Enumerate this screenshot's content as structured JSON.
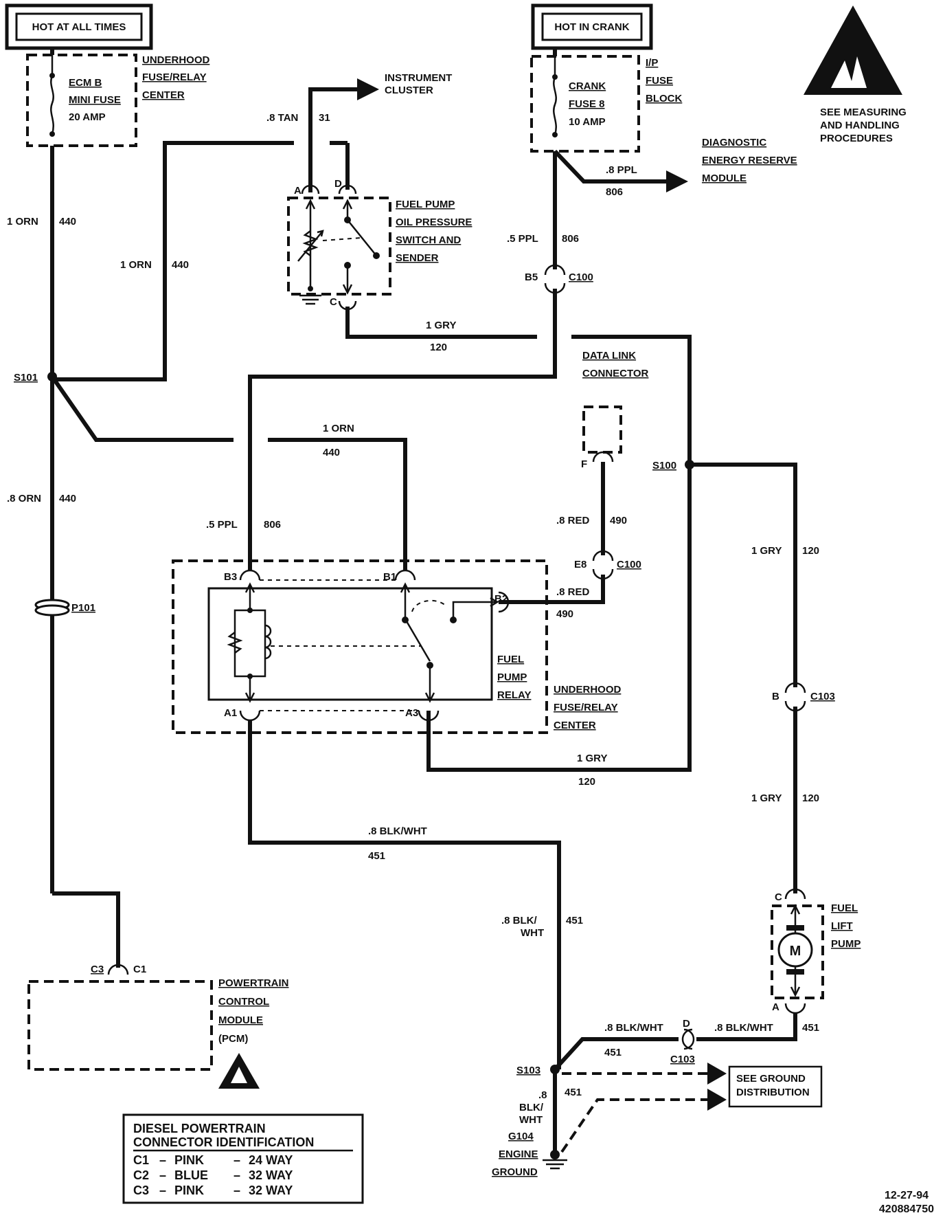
{
  "power": {
    "hot_at_all_times": "HOT AT ALL TIMES",
    "hot_in_crank": "HOT IN CRANK"
  },
  "fuses": {
    "ecm_b": {
      "name": "ECM B",
      "type": "MINI FUSE",
      "rating": "20 AMP"
    },
    "crank": {
      "name": "CRANK",
      "type": "FUSE 8",
      "rating": "10 AMP"
    }
  },
  "modules": {
    "underhood_fuse_relay_center": [
      "UNDERHOOD",
      "FUSE/RELAY",
      "CENTER"
    ],
    "ip_fuse_block": [
      "I/P",
      "FUSE",
      "BLOCK"
    ],
    "instrument_cluster": [
      "INSTRUMENT",
      "CLUSTER"
    ],
    "diagnostic_energy_reserve_module": [
      "DIAGNOSTIC",
      "ENERGY RESERVE",
      "MODULE"
    ],
    "fuel_pump_oil_pressure_switch": [
      "FUEL PUMP",
      "OIL PRESSURE",
      "SWITCH AND",
      "SENDER"
    ],
    "data_link_connector": [
      "DATA LINK",
      "CONNECTOR"
    ],
    "fuel_pump_relay": [
      "FUEL",
      "PUMP",
      "RELAY"
    ],
    "fuel_lift_pump": [
      "FUEL",
      "LIFT",
      "PUMP"
    ],
    "pcm": [
      "POWERTRAIN",
      "CONTROL",
      "MODULE",
      "(PCM)"
    ],
    "see_ground_distribution": [
      "SEE GROUND",
      "DISTRIBUTION"
    ],
    "esd_notice": [
      "SEE MEASURING",
      "AND HANDLING",
      "PROCEDURES"
    ]
  },
  "wires": {
    "w440_color": "1 ORN",
    "w440_circuit": "440",
    "w440b_color": "1 ORN",
    "w440b_circuit": "440",
    "w440c_color": "1 ORN",
    "w440c_circuit": "440",
    "w440d_color": ".8 ORN",
    "w440d_circuit": "440",
    "tan_color": ".8 TAN",
    "tan_circuit": "31",
    "ppl_a_color": ".8 PPL",
    "ppl_a_circuit": "806",
    "ppl_b_color": ".5 PPL",
    "ppl_b_circuit": "806",
    "ppl_c_color": ".5 PPL",
    "ppl_c_circuit": "806",
    "gry_a_color": "1 GRY",
    "gry_a_circuit": "120",
    "gry_b_color": "1 GRY",
    "gry_b_circuit": "120",
    "gry_c_color": "1 GRY",
    "gry_c_circuit": "120",
    "gry_d_color": "1 GRY",
    "gry_d_circuit": "120",
    "red_a_color": ".8 RED",
    "red_a_circuit": "490",
    "red_b_color": ".8 RED",
    "red_b_circuit": "490",
    "blk_a_color": ".8 BLK/WHT",
    "blk_a_circuit": "451",
    "blk_b_color1": ".8 BLK/",
    "blk_b_color2": "WHT",
    "blk_b_circuit": "451",
    "blk_c_color": ".8 BLK/WHT",
    "blk_c_circuit": "451",
    "blk_d_color": ".8 BLK/WHT",
    "blk_d_circuit": "451",
    "blk_e_color1": ".8",
    "blk_e_color2": "BLK/",
    "blk_e_color3": "WHT",
    "blk_e_circuit": "451"
  },
  "splices": {
    "s101": "S101",
    "s100": "S100",
    "s103": "S103",
    "p101": "P101"
  },
  "connectors": {
    "c100": "C100",
    "c103": "C103",
    "b5": "B5",
    "e8": "E8",
    "b": "B",
    "d": "D",
    "c": "C",
    "a": "A",
    "f": "F",
    "pin_a": "A",
    "pin_d": "D",
    "pin_c": "C",
    "b3": "B3",
    "b1": "B1",
    "b2": "B2",
    "a1": "A1",
    "a3": "A3",
    "c3": "C3",
    "c1": "C1",
    "fp_c": "C",
    "fp_a": "A"
  },
  "ground": {
    "g104": "G104",
    "engine": "ENGINE",
    "ground": "GROUND"
  },
  "legend": {
    "title1": "DIESEL POWERTRAIN",
    "title2": "CONNECTOR IDENTIFICATION",
    "rows": [
      {
        "id": "C1",
        "color": "PINK",
        "ways": "24 WAY"
      },
      {
        "id": "C2",
        "color": "BLUE",
        "ways": "32 WAY"
      },
      {
        "id": "C3",
        "color": "PINK",
        "ways": "32 WAY"
      }
    ]
  },
  "footer": {
    "date": "12-27-94",
    "part": "420884750"
  }
}
